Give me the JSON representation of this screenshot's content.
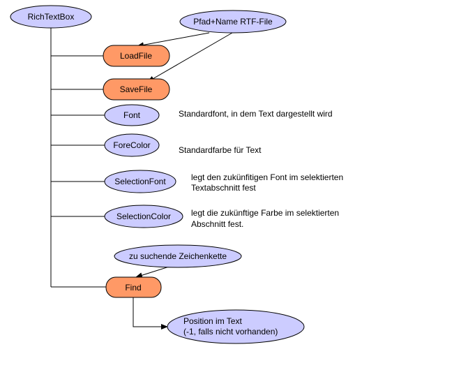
{
  "nodes": {
    "root": "RichTextBox",
    "path": "Pfad+Name RTF-File",
    "loadfile": "LoadFile",
    "savefile": "SaveFile",
    "font": "Font",
    "forecolor": "ForeColor",
    "selectionfont": "SelectionFont",
    "selectioncolor": "SelectionColor",
    "searchstring": "zu suchende Zeichenkette",
    "find": "Find",
    "position_line1": "Position im Text",
    "position_line2": "(-1, falls nicht vorhanden)"
  },
  "annotations": {
    "font": "Standardfont, in dem Text dargestellt wird",
    "forecolor": "Standardfarbe für Text",
    "selectionfont_line1": "legt den zukünfitigen Font im selektierten",
    "selectionfont_line2": "Textabschnitt fest",
    "selectioncolor_line1": "legt die zukünftige Farbe im selektierten",
    "selectioncolor_line2": "Abschnitt fest."
  },
  "colors": {
    "property_fill": "#ccccff",
    "method_fill": "#ff9966",
    "stroke": "#000000"
  }
}
